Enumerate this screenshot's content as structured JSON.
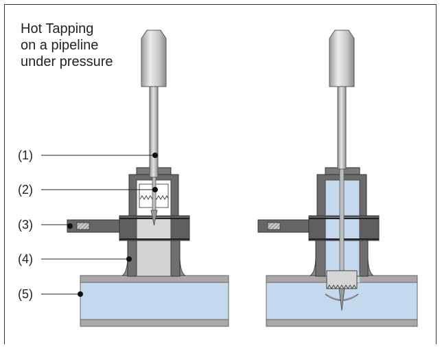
{
  "title": "Hot Tapping\non a pipeline\nunder pressure",
  "callouts": [
    "(1)",
    "(2)",
    "(3)",
    "(4)",
    "(5)"
  ]
}
